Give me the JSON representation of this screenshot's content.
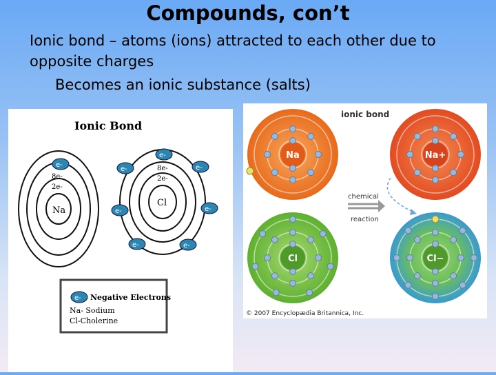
{
  "slide": {
    "title": "Compounds, con’t",
    "bullet1": "Ionic bond – atoms (ions) attracted to each other due to opposite charges",
    "bullet2": "Becomes an ionic substance (salts)"
  },
  "left_diagram": {
    "title": "Ionic Bond",
    "sodium": {
      "label": "Na",
      "shell2": "2e-",
      "shell3": "8e-",
      "electron": "e-"
    },
    "chlorine": {
      "label": "Cl",
      "shell2": "2e-",
      "shell3": "8e-",
      "electron": "e-"
    },
    "legend": {
      "electron": "e-",
      "negative": "Negative Electrons",
      "na": "Na- Sodium",
      "cl": "Cl-Cholerine"
    }
  },
  "right_diagram": {
    "title": "ionic bond",
    "na_atom": "Na",
    "na_ion": "Na+",
    "cl_atom": "Cl",
    "cl_ion": "Cl−",
    "arrow_top": "chemical",
    "arrow_bottom": "reaction",
    "copyright": "© 2007 Encyclopædia Britannica, Inc.",
    "colors": {
      "orange": "#f07a28",
      "red_orange": "#e8552a",
      "green": "#7cc444",
      "blue": "#4aa6d6",
      "electron": "#9ab8d8",
      "transferred_electron": "#f0e060"
    }
  }
}
